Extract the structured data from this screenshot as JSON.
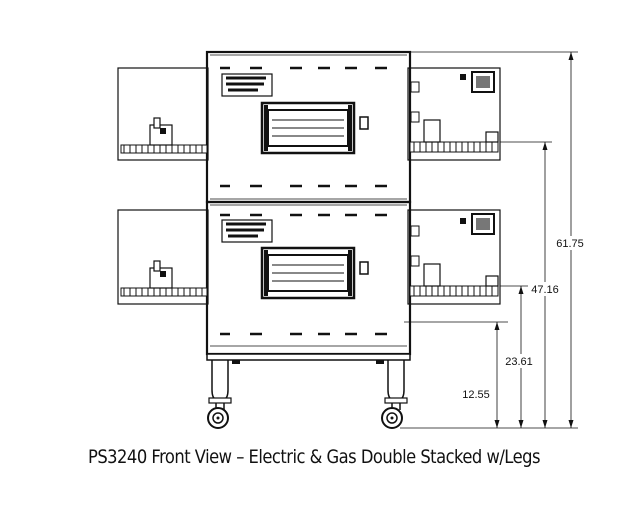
{
  "caption": "PS3240 Front View – Electric & Gas Double Stacked w/Legs",
  "dimensions": {
    "d1": "61.75",
    "d2": "47.16",
    "d3": "23.61",
    "d4": "12.55"
  }
}
